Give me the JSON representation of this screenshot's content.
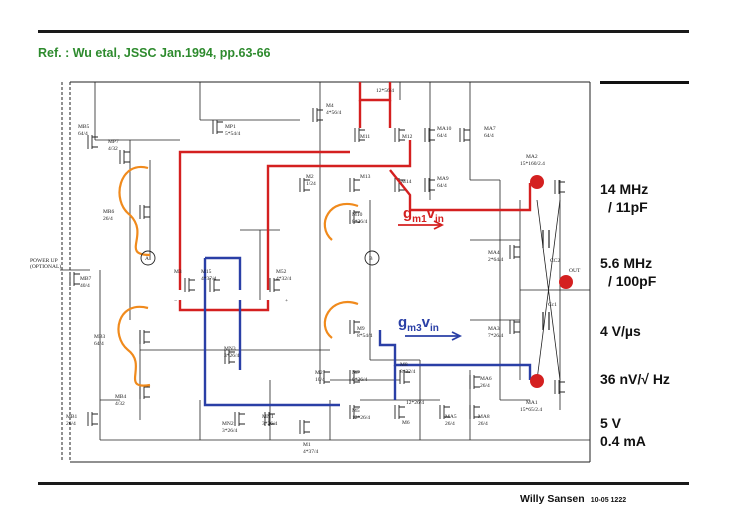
{
  "reference": "Ref. : Wu etal, JSSC Jan.1994, pp.63-66",
  "specs": {
    "bandwidth_11pf_line1": "14 MHz",
    "bandwidth_11pf_line2": "/ 11pF",
    "bandwidth_100pf_line1": "5.6 MHz",
    "bandwidth_100pf_line2": "/ 100pF",
    "slew_rate": "4 V/µs",
    "noise": "36 nV/√ Hz",
    "supply": "5 V",
    "current": "0.4 mA"
  },
  "annotations": {
    "gm1": "g",
    "gm1_sub": "m1",
    "gm1_v": "v",
    "gm1_v_sub": "in",
    "gm3": "g",
    "gm3_sub": "m3",
    "gm3_v": "v",
    "gm3_v_sub": "in"
  },
  "footer": {
    "author": "Willy Sansen",
    "code": "10-05 1222"
  },
  "colors": {
    "red_path": "#d42020",
    "blue_path": "#2a3fa6",
    "orange_marks": "#f08a1c",
    "reference_text": "#2e8b2e",
    "node_dots": "#d42020"
  },
  "schematic_labels": {
    "mb5": "MB5",
    "mb5_size": "64/4",
    "mp7": "MP7",
    "mp7_size": "4/32",
    "mp1": "MP1",
    "mp1_size": "5*54/4",
    "m4": "M4",
    "m4_size": "4*56/4",
    "m11": "M11",
    "m12": "M12",
    "m12_size": "12*56/4",
    "ma10": "MA10",
    "ma10_size": "64/4",
    "ma7": "MA7",
    "ma7_size": "64/4",
    "ma9": "MA9",
    "ma9_size": "64/4",
    "mr6": "MR6",
    "mr6_size": "26/4",
    "m2": "M2",
    "m2_size": "1/24",
    "m13": "M13",
    "m14": "M14",
    "m10": "M10",
    "m10_size": "8*26/4",
    "mb7": "MB7",
    "mb7_size": "40/4",
    "power": "POWER UP",
    "power2": "(OPTIONAL)",
    "m3": "M3",
    "m15": "M15",
    "m15_size": "4*37/4",
    "m52": "M52",
    "m52_size": "4*32/4",
    "ma4": "MA4",
    "ma4_size": "2*64/4",
    "cc2": "CC2",
    "mb3": "MB3",
    "mb3_size": "64/4",
    "mn3": "MN3",
    "mn3_size": "3*26/4",
    "mb4": "MB4",
    "mb4_size": "4/32",
    "m9": "M9",
    "m9_size": "8*54/4",
    "m2b": "M2",
    "m2b_size": "10/4",
    "m7": "M7",
    "m7_size": "6*26/4",
    "m8": "M8",
    "m8_size": "8*32/4",
    "ma3": "MA3",
    "ma3_size": "7*26/4",
    "ma6": "MA6",
    "ma6_size": "26/4",
    "mb1": "MB1",
    "mb1_size": "26/4",
    "mn2": "MN2",
    "mn2_size": "3*26/4",
    "mn1": "MN1",
    "mn1_size": "3*26/4",
    "m1": "M1",
    "m1_size": "4*37/4",
    "m5": "M5",
    "m5_size": "12*26/4",
    "m6": "M6",
    "m6_size": "12*26/4",
    "ma5": "MA5",
    "ma5_size": "26/4",
    "ma8": "MA8",
    "ma8_size": "26/4",
    "ma2": "MA2",
    "ma2_size": "15*160/2.4",
    "ma1": "MA1",
    "ma1_size": "15*65/2.4",
    "out": "OUT",
    "cc1": "Cc1",
    "node_a": "A",
    "node_b": "B",
    "minus": "−",
    "plus": "+"
  }
}
